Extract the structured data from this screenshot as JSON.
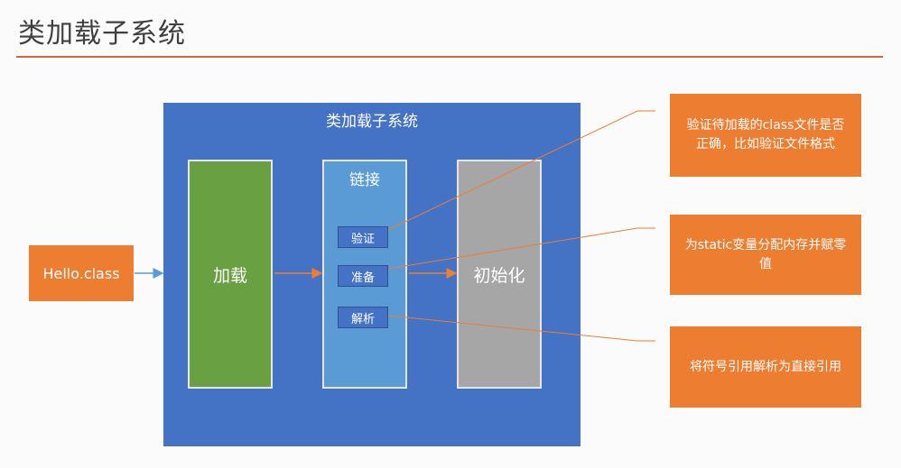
{
  "title": "类加载子系统",
  "diagram": {
    "subsystem_label": "类加载子系统",
    "input": "Hello.class",
    "stages": {
      "load": "加载",
      "link": "链接",
      "init": "初始化"
    },
    "link_steps": {
      "verify": "验证",
      "prepare": "准备",
      "resolve": "解析"
    },
    "notes": {
      "verify": "验证待加载的class文件是否正确，比如验证文件格式",
      "prepare": "为static变量分配内存并赋零值",
      "resolve": "将符号引用解析为直接引用"
    }
  },
  "colors": {
    "accent": "#ed7d31",
    "subsystem": "#4472c4",
    "load": "#69a142",
    "link": "#5b9bd5",
    "init": "#a6a6a6",
    "rule": "#d9653b"
  }
}
